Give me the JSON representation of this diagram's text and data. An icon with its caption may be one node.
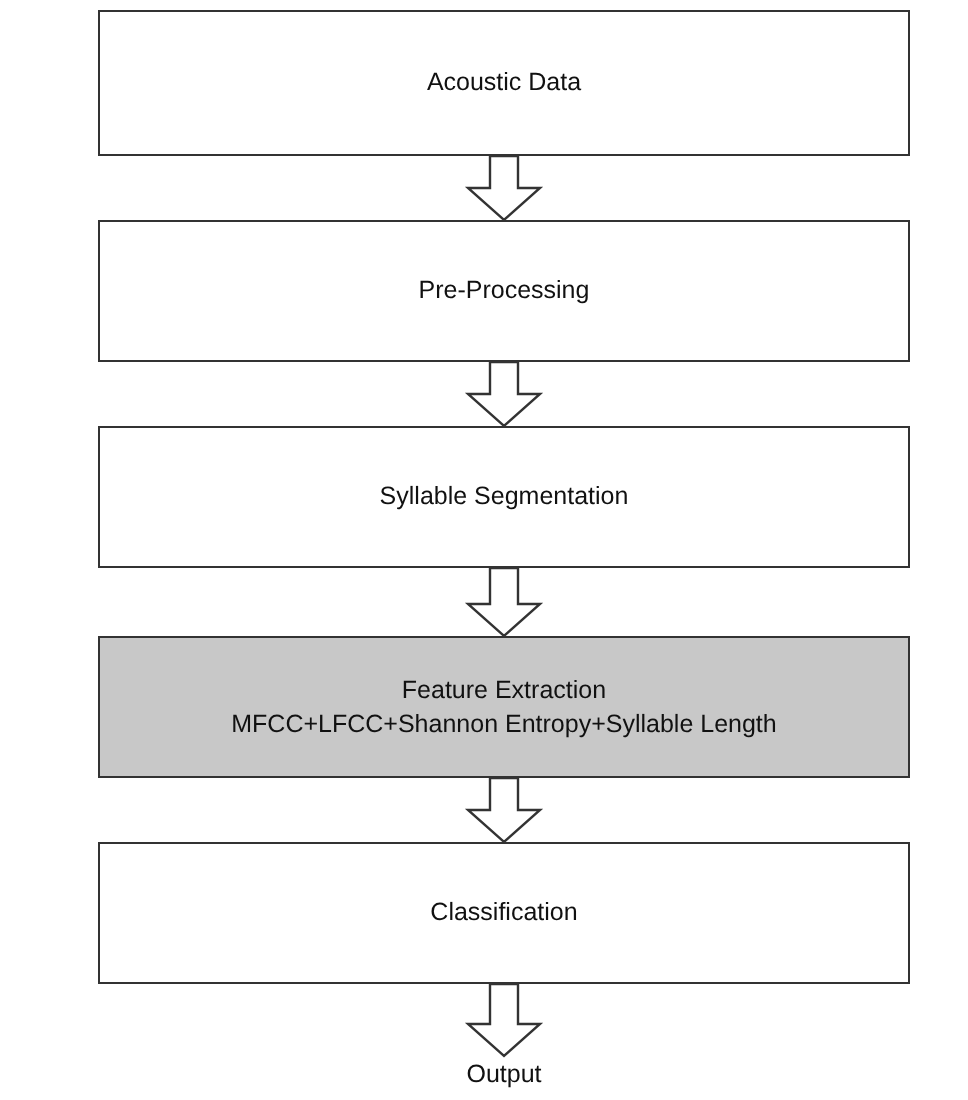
{
  "diagram": {
    "nodes": [
      {
        "text": [
          "Acoustic Data"
        ]
      },
      {
        "text": [
          "Pre-Processing"
        ]
      },
      {
        "text": [
          "Syllable Segmentation"
        ]
      },
      {
        "text": [
          "Feature Extraction",
          "MFCC+LFCC+Shannon Entropy+Syllable Length"
        ]
      },
      {
        "text": [
          "Classification"
        ]
      },
      {
        "text": [
          "Output"
        ]
      }
    ],
    "edges": [
      {
        "from": 0,
        "to": 1,
        "arrow": "to"
      },
      {
        "from": 1,
        "to": 2,
        "arrow": "to"
      },
      {
        "from": 2,
        "to": 3,
        "arrow": "to"
      },
      {
        "from": 3,
        "to": 4,
        "arrow": "to"
      },
      {
        "from": 4,
        "to": 5,
        "arrow": "to"
      }
    ]
  }
}
